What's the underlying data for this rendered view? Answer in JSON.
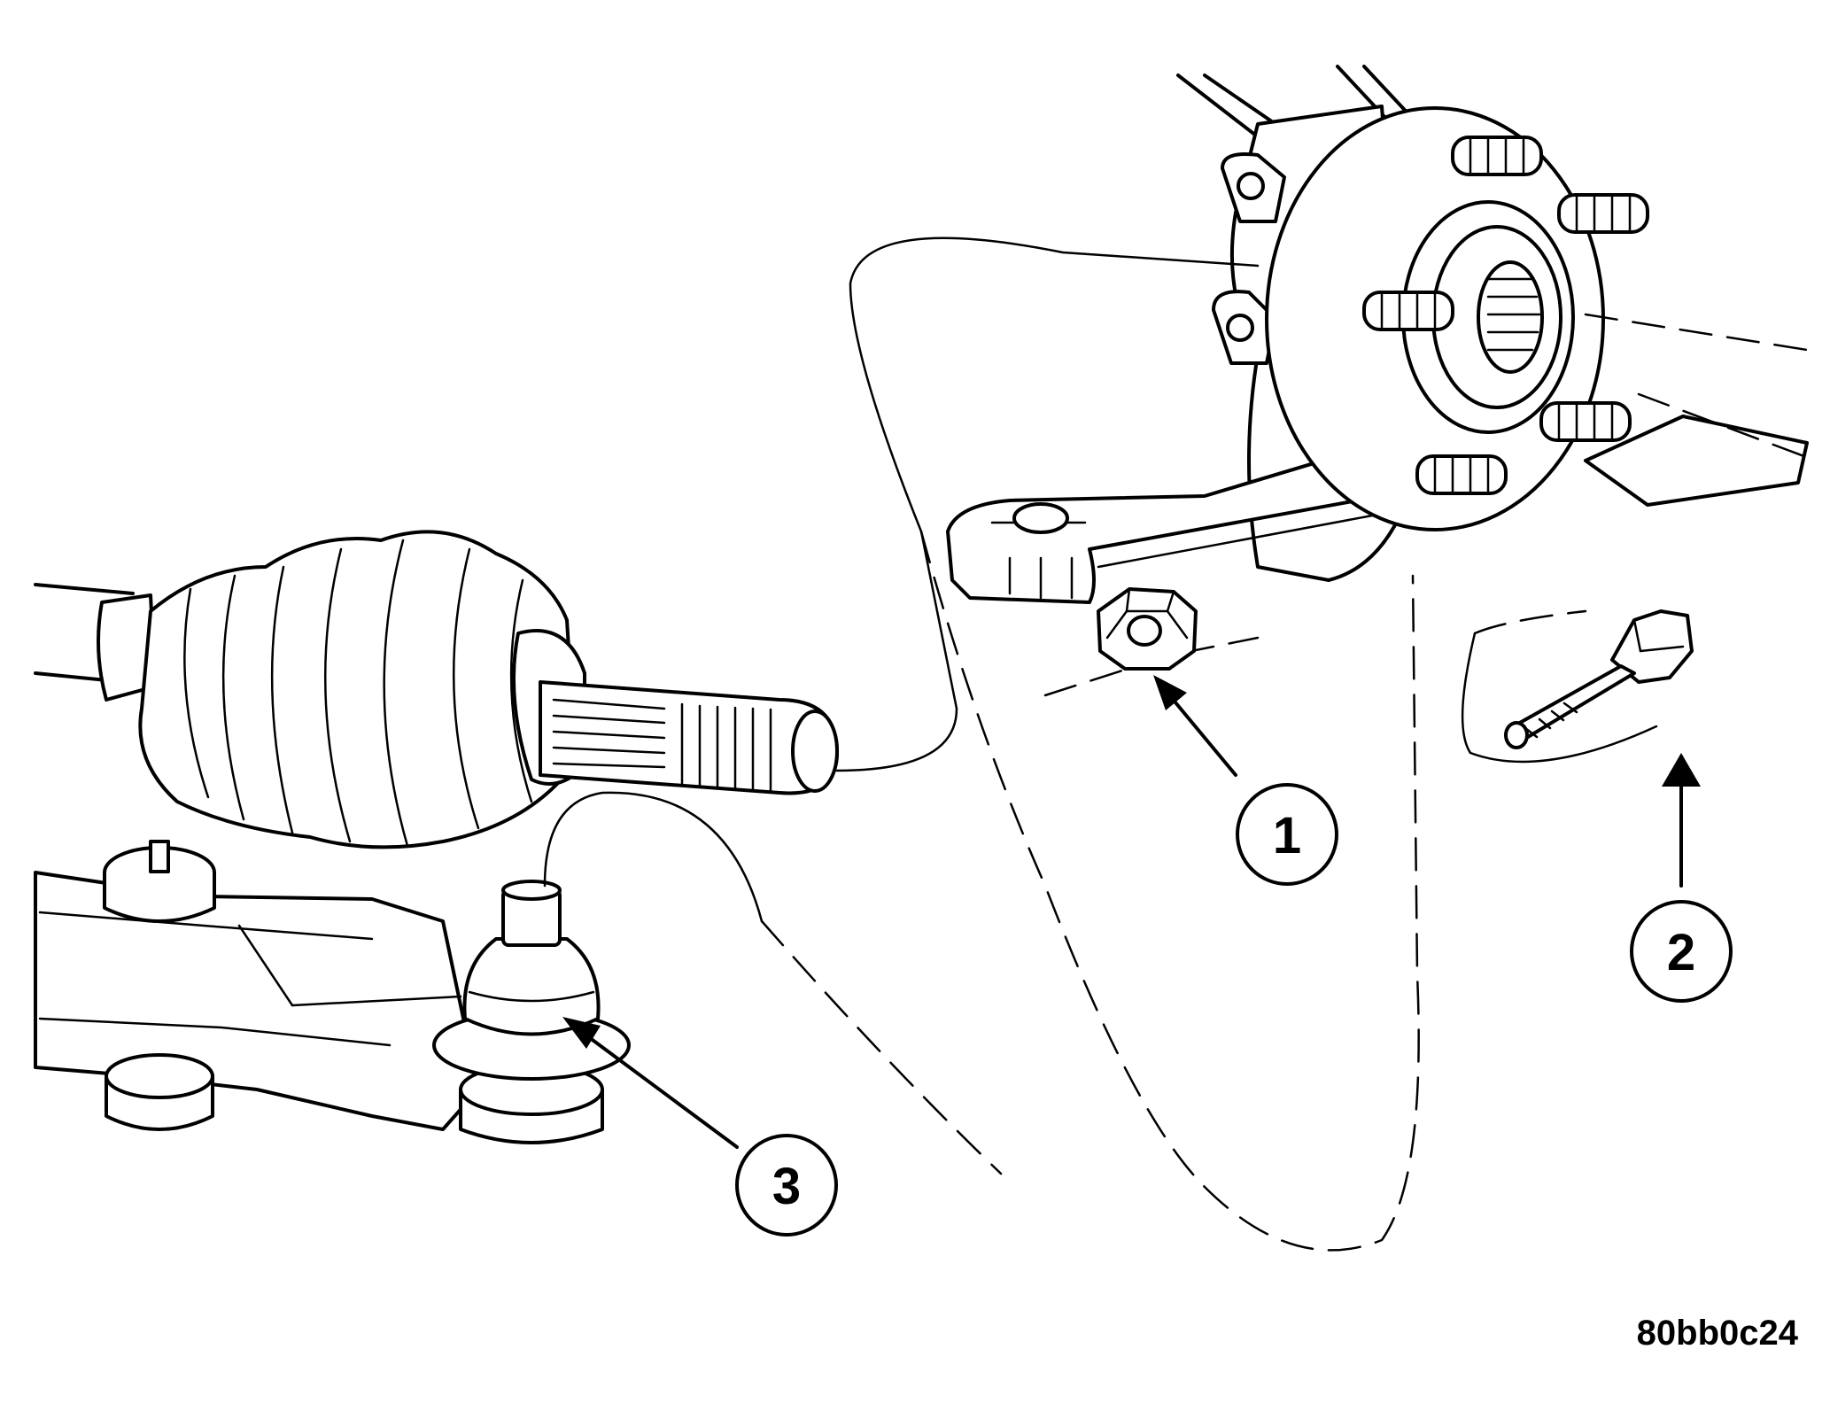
{
  "callouts": [
    {
      "id": 1,
      "label": "1"
    },
    {
      "id": 2,
      "label": "2"
    },
    {
      "id": 3,
      "label": "3"
    }
  ],
  "figure_id": "80bb0c24",
  "colors": {
    "ink": "#000000",
    "paper": "#ffffff"
  }
}
